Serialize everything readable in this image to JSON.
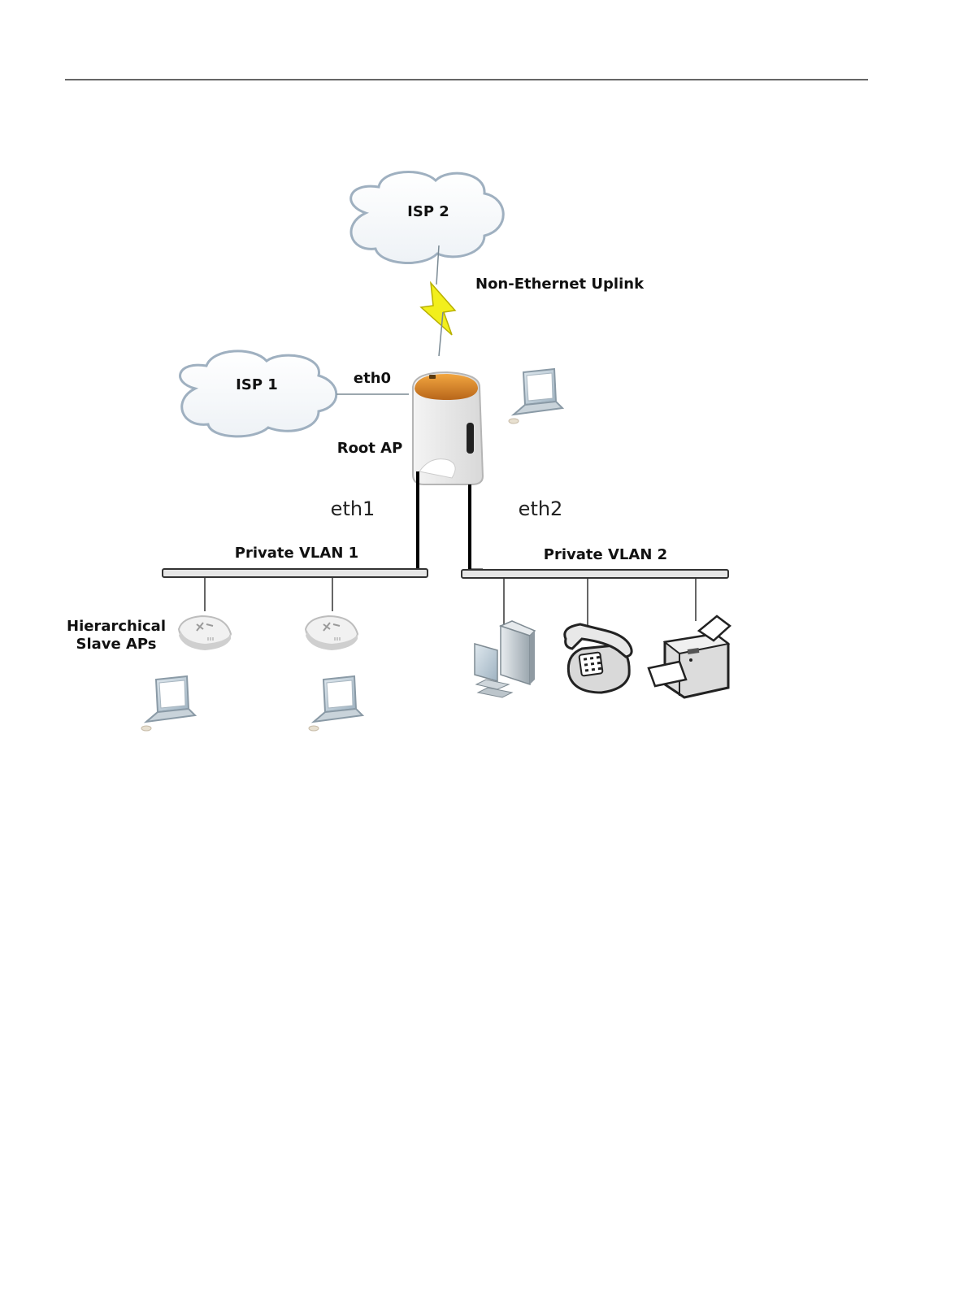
{
  "diagram": {
    "isp2": "ISP 2",
    "isp1": "ISP 1",
    "uplink": "Non-Ethernet Uplink",
    "eth0": "eth0",
    "root_ap": "Root AP",
    "eth1": "eth1",
    "eth2": "eth2",
    "vlan1": "Private VLAN 1",
    "vlan2": "Private VLAN 2",
    "slave_aps_line1": "Hierarchical",
    "slave_aps_line2": "Slave APs"
  },
  "colors": {
    "rule": "#333333",
    "cloud_stroke": "#9fb0c0",
    "bolt_fill": "#f2ef1c",
    "ap_orange": "#e08a2a",
    "bus_fill": "#e6e6e6"
  }
}
